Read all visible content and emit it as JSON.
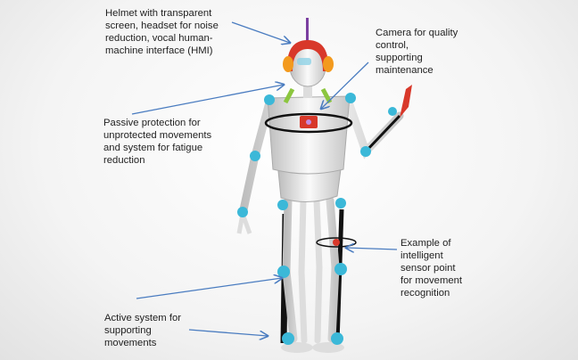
{
  "labels": {
    "helmet": "Helmet with transparent\nscreen, headset for noise\nreduction, vocal human-\nmachine interface (HMI)",
    "camera": "Camera for quality\ncontrol,\nsupporting\nmaintenance",
    "passive": "Passive protection for\nunprotected movements\nand system for fatigue\nreduction",
    "sensor": "Example of\nintelligent\nsensor point\nfor movement\nrecognition",
    "active": "Active system for\nsupporting\nmovements"
  },
  "colors": {
    "arrow": "#4a7cc0",
    "helmet": "#d8382a",
    "joint": "#3bb8d8",
    "bone": "#e8e8e8",
    "green": "#8cc63f"
  }
}
